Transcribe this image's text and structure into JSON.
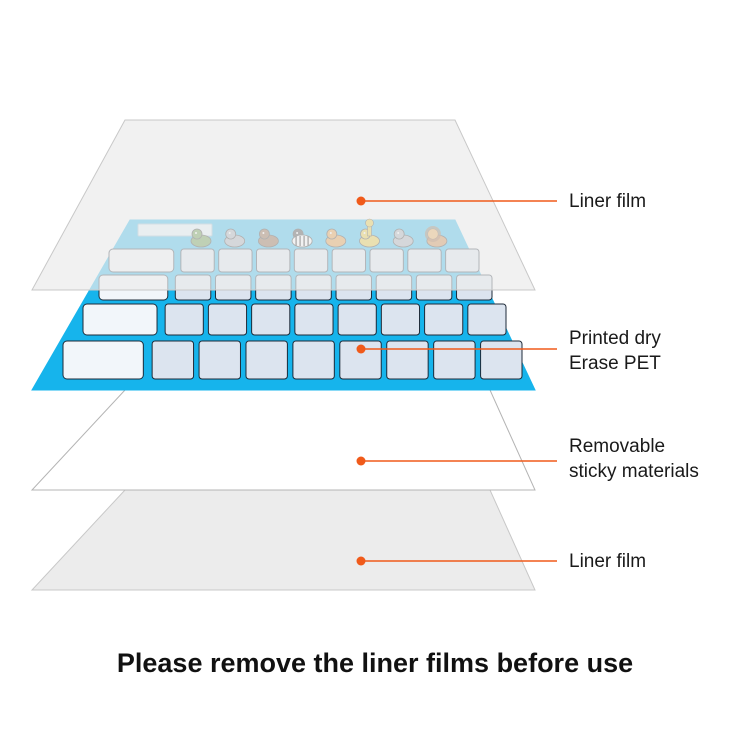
{
  "colors": {
    "liner_fill": "#ececec",
    "liner_stroke": "#c8c8c8",
    "sticky_fill": "#ffffff",
    "pet_fill": "#16b4ec",
    "cell_fill": "#dce4ef",
    "cell_stroke": "#1e2a38",
    "marker": "#f05a1a"
  },
  "layers": [
    {
      "id": "top-liner",
      "kind": "liner"
    },
    {
      "id": "pet-sheet",
      "kind": "printed-pet"
    },
    {
      "id": "sticky-layer",
      "kind": "sticky"
    },
    {
      "id": "bottom-liner",
      "kind": "liner"
    }
  ],
  "callouts": [
    {
      "lines": [
        "Liner film"
      ]
    },
    {
      "lines": [
        "Printed dry",
        "Erase PET"
      ]
    },
    {
      "lines": [
        "Removable",
        "sticky materials"
      ]
    },
    {
      "lines": [
        "Liner film"
      ]
    }
  ],
  "pet_chart": {
    "animal_icons": [
      "turtle-icon",
      "rhino-icon",
      "monkey-icon",
      "zebra-icon",
      "tiger-icon",
      "giraffe-icon",
      "elephant-icon",
      "lion-icon"
    ],
    "rows": 4,
    "columns": 8
  },
  "caption": "Please remove the liner films before use"
}
